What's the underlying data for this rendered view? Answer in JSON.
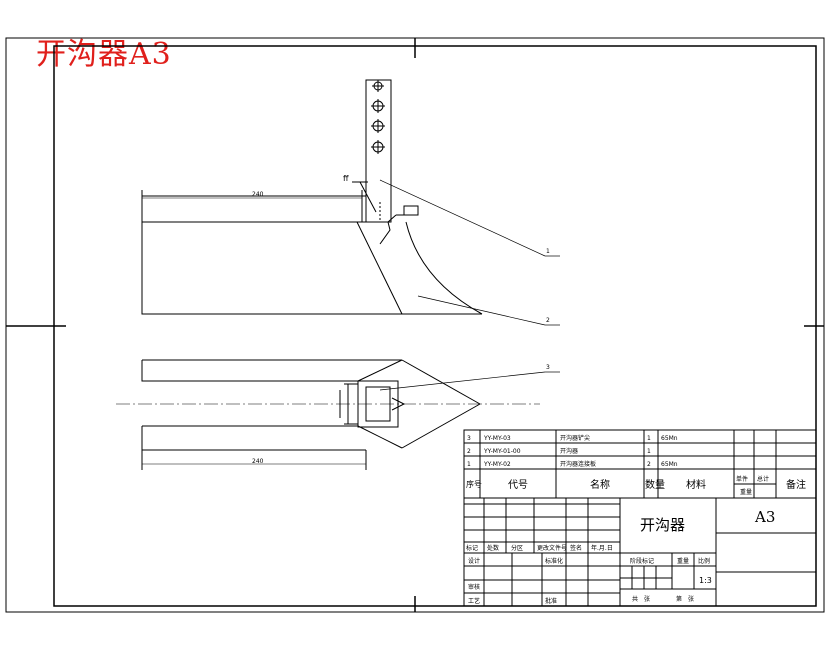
{
  "heading": "开沟器A3",
  "dims": {
    "top_len": "240",
    "bottom_len": "240"
  },
  "fit_note": "ff",
  "leaders": [
    "1",
    "2",
    "3"
  ],
  "parts": [
    {
      "no": "3",
      "code": "YY-MY-03",
      "name": "开沟器铲尖",
      "qty": "1",
      "material": "65Mn"
    },
    {
      "no": "2",
      "code": "YY-MY-01-00",
      "name": "开沟器",
      "qty": "1",
      "material": ""
    },
    {
      "no": "1",
      "code": "YY-MY-02",
      "name": "开沟器连接板",
      "qty": "2",
      "material": "65Mn"
    }
  ],
  "header": {
    "no": "序号",
    "code": "代号",
    "name": "名称",
    "qty": "数量",
    "material": "材料",
    "unit": "单件",
    "total": "总计",
    "weight": "重量",
    "remark": "备注"
  },
  "title_block": {
    "drawing_name": "开沟器",
    "sheet": "A3",
    "scale": "1:3",
    "rev_labels": [
      "标记",
      "处数",
      "分区",
      "更改文件号",
      "签名",
      "年.月.日"
    ],
    "design": "设计",
    "standard": "标准化",
    "review": "审核",
    "process": "工艺",
    "approve": "批准",
    "stage": "阶段标记",
    "weight": "重量",
    "ratio": "比例",
    "sheets_total": "共　张",
    "sheet_no": "第　张"
  }
}
